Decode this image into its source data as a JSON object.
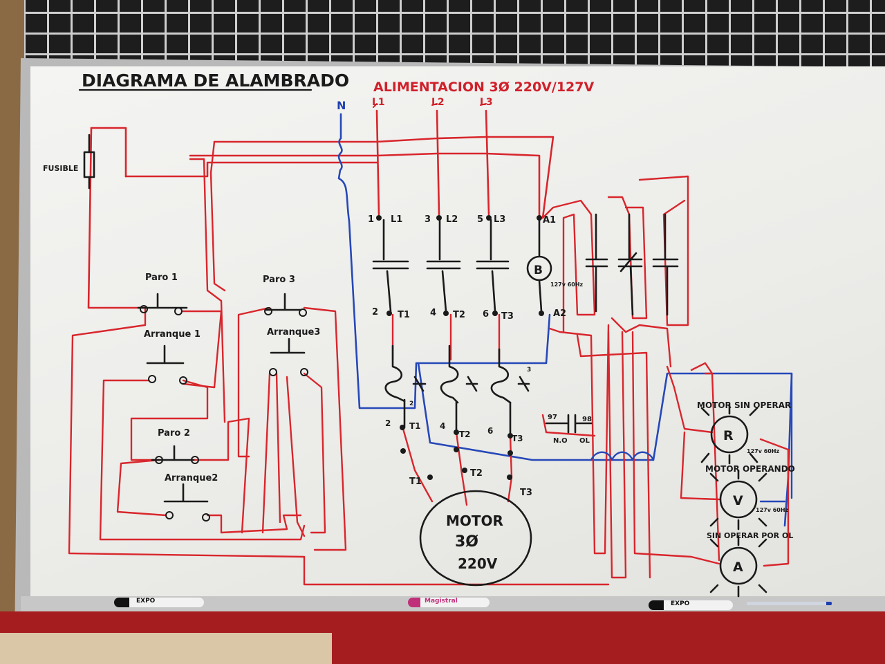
{
  "title": "DIAGRAMA DE ALAMBRADO",
  "supply": "ALIMENTACION 3Ø 220V/127V",
  "lines": {
    "n": "N",
    "l1": "L1",
    "l2": "L2",
    "l3": "L3"
  },
  "fuse": "FUSIBLE",
  "stations": {
    "paro1": "Paro 1",
    "arranque1": "Arranque 1",
    "paro2": "Paro 2",
    "arranque2": "Arranque2",
    "paro3": "Paro 3",
    "arranque3": "Arranque3"
  },
  "contactor": {
    "top": [
      "1",
      "L1",
      "3",
      "L2",
      "5",
      "L3",
      "A1"
    ],
    "bottom": [
      "2",
      "T1",
      "4",
      "T2",
      "6",
      "T3",
      "A2"
    ],
    "coil": "B",
    "coil_rating": "127v 60Hz"
  },
  "overload": {
    "out": [
      "2",
      "T1",
      "4",
      "T2",
      "6",
      "T3"
    ],
    "aux_a": "97",
    "aux_b": "98",
    "aux_no": "N.O",
    "aux_ol": "OL",
    "t2_mark": "2",
    "t3_mark": "3"
  },
  "motor": {
    "t1": "T1",
    "t2": "T2",
    "t3": "T3",
    "line1": "MOTOR",
    "line2": "3Ø",
    "line3": "220V"
  },
  "lamps": [
    {
      "caption": "MOTOR SIN OPERAR",
      "letter": "R",
      "rating": "127v 60Hz"
    },
    {
      "caption": "MOTOR OPERANDO",
      "letter": "V",
      "rating": "127v 60Hz"
    },
    {
      "caption": "SIN OPERAR POR OL",
      "letter": "A"
    }
  ],
  "markers": {
    "expo1": "EXPO",
    "magistral": "Magistral",
    "expo2": "EXPO"
  },
  "colors": {
    "red_wire": "#d8262c",
    "blue_wire": "#2648b8",
    "ink": "#1a1a1a",
    "board": "#f1f1ef"
  }
}
